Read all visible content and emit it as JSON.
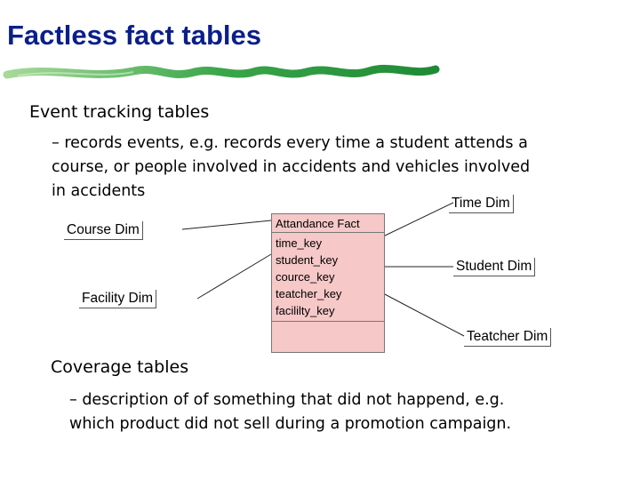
{
  "title": "Factless fact tables",
  "sections": [
    {
      "heading": "Event tracking tables",
      "text_lines": [
        "– records events, e.g. records every time a student attends a",
        "course, or people involved in accidents and vehicles involved",
        "in accidents"
      ]
    },
    {
      "heading": "Coverage tables",
      "text_lines": [
        "– description of of something that did not happend, e.g.",
        "which product did not sell during a promotion campaign."
      ]
    }
  ],
  "diagram": {
    "fact_table": {
      "name": "Attandance Fact",
      "fields": [
        "time_key",
        "student_key",
        "cource_key",
        "teatcher_key",
        "facililty_key"
      ]
    },
    "dimensions": {
      "course": "Course Dim",
      "facility": "Facility Dim",
      "time": "Time Dim",
      "student": "Student Dim",
      "teacher": "Teatcher Dim"
    }
  },
  "colors": {
    "title": "#0b1f8a",
    "fact_fill": "#f6c8c8",
    "wave_green": "#2f9e3a"
  }
}
